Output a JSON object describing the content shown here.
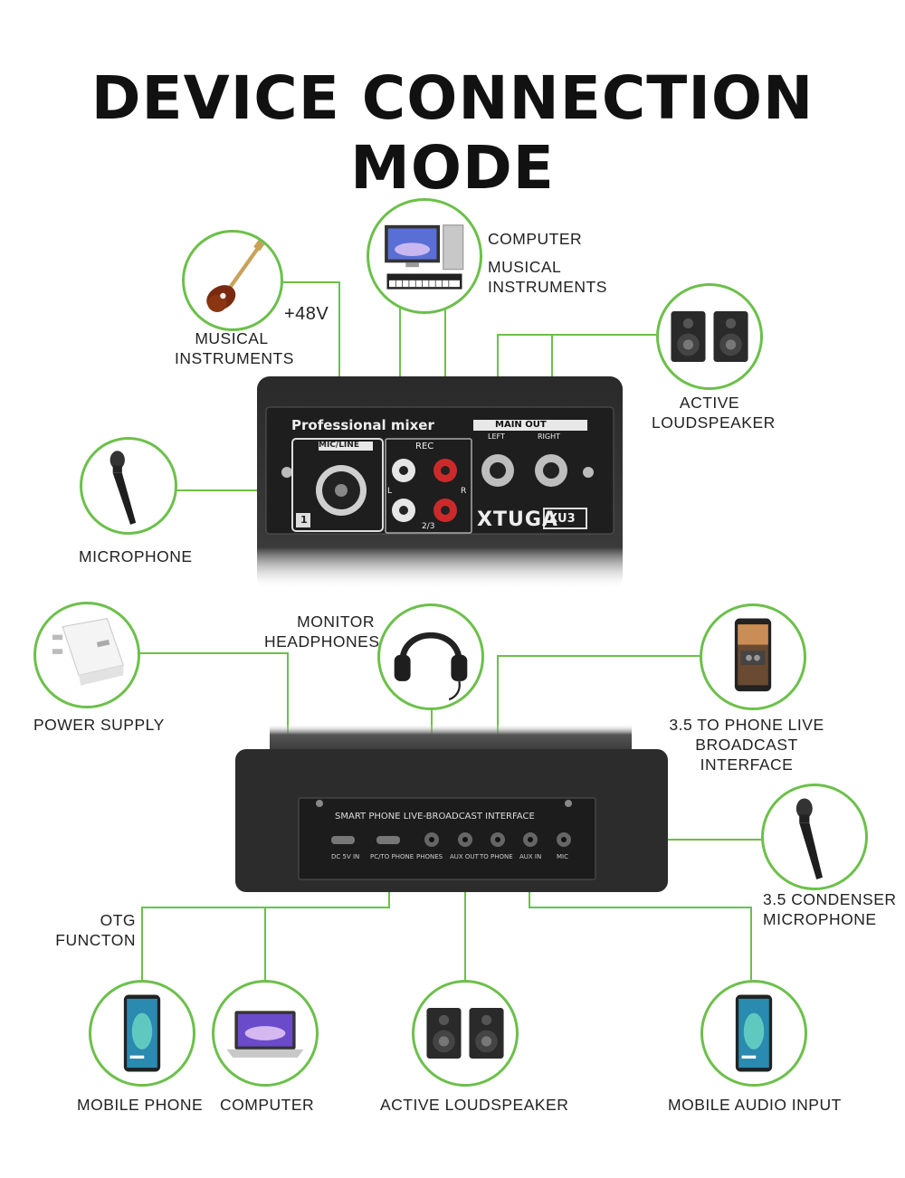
{
  "title": "DEVICE CONNECTION MODE",
  "colors": {
    "line": "#6cc04a",
    "device": "#2c2c2c",
    "text": "#222222"
  },
  "top_labels": {
    "plus48v": "+48V",
    "musical_instruments_left": "MUSICAL\nINSTRUMENTS",
    "computer": "COMPUTER",
    "musical_instruments_right": "MUSICAL\nINSTRUMENTS",
    "active_loudspeaker": "ACTIVE\nLOUDSPEAKER",
    "microphone": "MICROPHONE"
  },
  "front_panel": {
    "brand_text": "Professional mixer",
    "mic_line": "MIC/LINE",
    "channel_number": "1",
    "rec": "REC",
    "l": "L",
    "r": "R",
    "ch23": "2/3",
    "main_out": "MAIN OUT",
    "left": "LEFT",
    "right": "RIGHT",
    "logo": "XTUGA",
    "model": "XU3"
  },
  "bottom_labels": {
    "monitor_headphones": "MONITOR\nHEADPHONES",
    "power_supply": "POWER SUPPLY",
    "phone_live": "3.5 TO PHONE LIVE\nBROADCAST INTERFACE",
    "otg_function": "OTG\nFUNCTON",
    "condenser_mic": "3.5 CONDENSER\nMICROPHONE",
    "mobile_phone": "MOBILE PHONE",
    "computer": "COMPUTER",
    "active_loudspeaker": "ACTIVE LOUDSPEAKER",
    "mobile_audio_input": "MOBILE AUDIO INPUT"
  },
  "back_panel": {
    "interface_title": "SMART PHONE LIVE-BROADCAST INTERFACE",
    "ports": [
      "DC 5V IN",
      "PC/TO PHONE",
      "PHONES",
      "AUX OUT",
      "TO PHONE",
      "AUX IN",
      "MIC"
    ]
  },
  "icons": [
    "guitar-icon",
    "computer-icon",
    "keyboard-icon",
    "speakers-icon",
    "microphone-icon",
    "power-adapter-icon",
    "headphones-icon",
    "phone-live-icon",
    "condenser-mic-icon",
    "mobile-phone-icon",
    "laptop-icon",
    "mobile-audio-icon"
  ]
}
